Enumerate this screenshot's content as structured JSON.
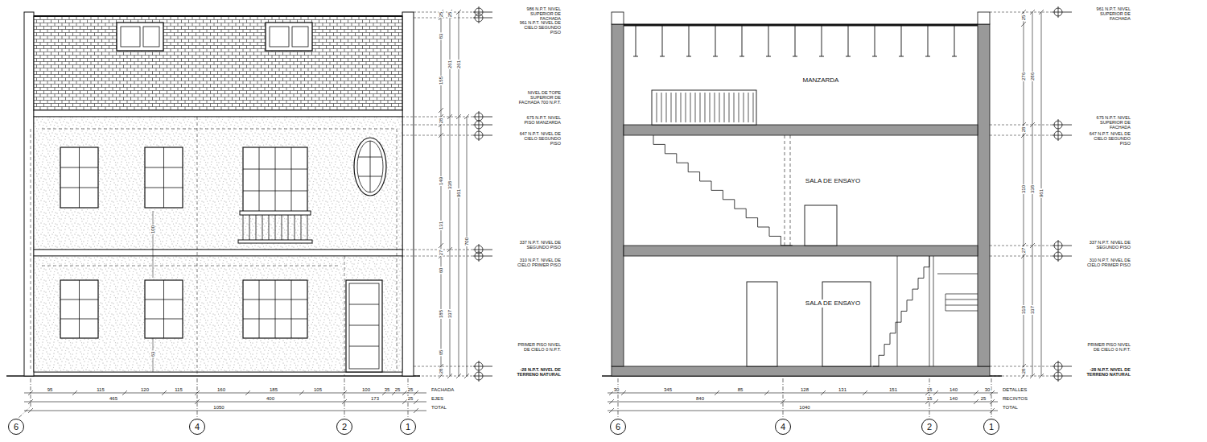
{
  "diagram": {
    "nodes": [
      {
        "text": [
          "6"
        ]
      },
      {
        "text": [
          "4"
        ]
      },
      {
        "text": [
          "2"
        ]
      },
      {
        "text": [
          "1"
        ]
      },
      {
        "text": [
          "6"
        ]
      },
      {
        "text": [
          "4"
        ]
      },
      {
        "text": [
          "2"
        ]
      },
      {
        "text": [
          "1"
        ]
      }
    ],
    "labels": [
      "986 N.P.T. NIVEL SUPERIOR DE FACHADA",
      "961 N.P.T. NIVEL DE CIELO SEGUNDO PISO",
      "NIVEL DE TOPE SUPERIOR DE FACHADA 700 N.P.T.",
      "675 N.P.T. NIVEL PISO MANZARDA",
      "647 N.P.T. NIVEL DE CIELO SEGUNDO PISO",
      "337 N.P.T. NIVEL DE SEGUNDO PISO",
      "310 N.P.T. NIVEL DE CIELO PRIMER PISO",
      "PRIMER PISO NIVEL DE CIELO 0 N.P.T.",
      "-28 N.P.T. NIVEL DE TERRENO NATURAL",
      "25",
      "83",
      "155",
      "28",
      "149",
      "131",
      "27",
      "60",
      "185",
      "65",
      "28",
      "25",
      "261",
      "338",
      "337",
      "261",
      "961",
      "700",
      "100",
      "63",
      "95",
      "115",
      "120",
      "115",
      "160",
      "185",
      "105",
      "100",
      "35",
      "25",
      "25",
      "465",
      "400",
      "173",
      "25",
      "1050",
      "FACHADA",
      "EJES",
      "TOTAL",
      "MANZARDA",
      "SALA DE ENSAYO",
      "SALA DE ENSAYO",
      "25",
      "276",
      "28",
      "310",
      "27",
      "310",
      "28",
      "286",
      "338",
      "337",
      "961",
      "961 N.P.T. NIVEL SUPERIOR DE FACHADA",
      "675 N.P.T. NIVEL SUPERIOR DE FACHADA",
      "647 N.P.T. NIVEL DE CIELO SEGUNDO PISO",
      "337 N.P.T. NIVEL DE SEGUNDO PISO",
      "310 N.P.T. NIVEL DE CIELO PRIMER PISO",
      "PRIMER PISO NIVEL DE CIELO 0 N.P.T.",
      "-28 N.P.T. NIVEL DE TERRENO NATURAL",
      "30",
      "345",
      "85",
      "128",
      "131",
      "151",
      "15",
      "140",
      "30",
      "840",
      "15",
      "140",
      "25",
      "1040",
      "DETALLES",
      "RECINTOS",
      "TOTAL"
    ]
  }
}
